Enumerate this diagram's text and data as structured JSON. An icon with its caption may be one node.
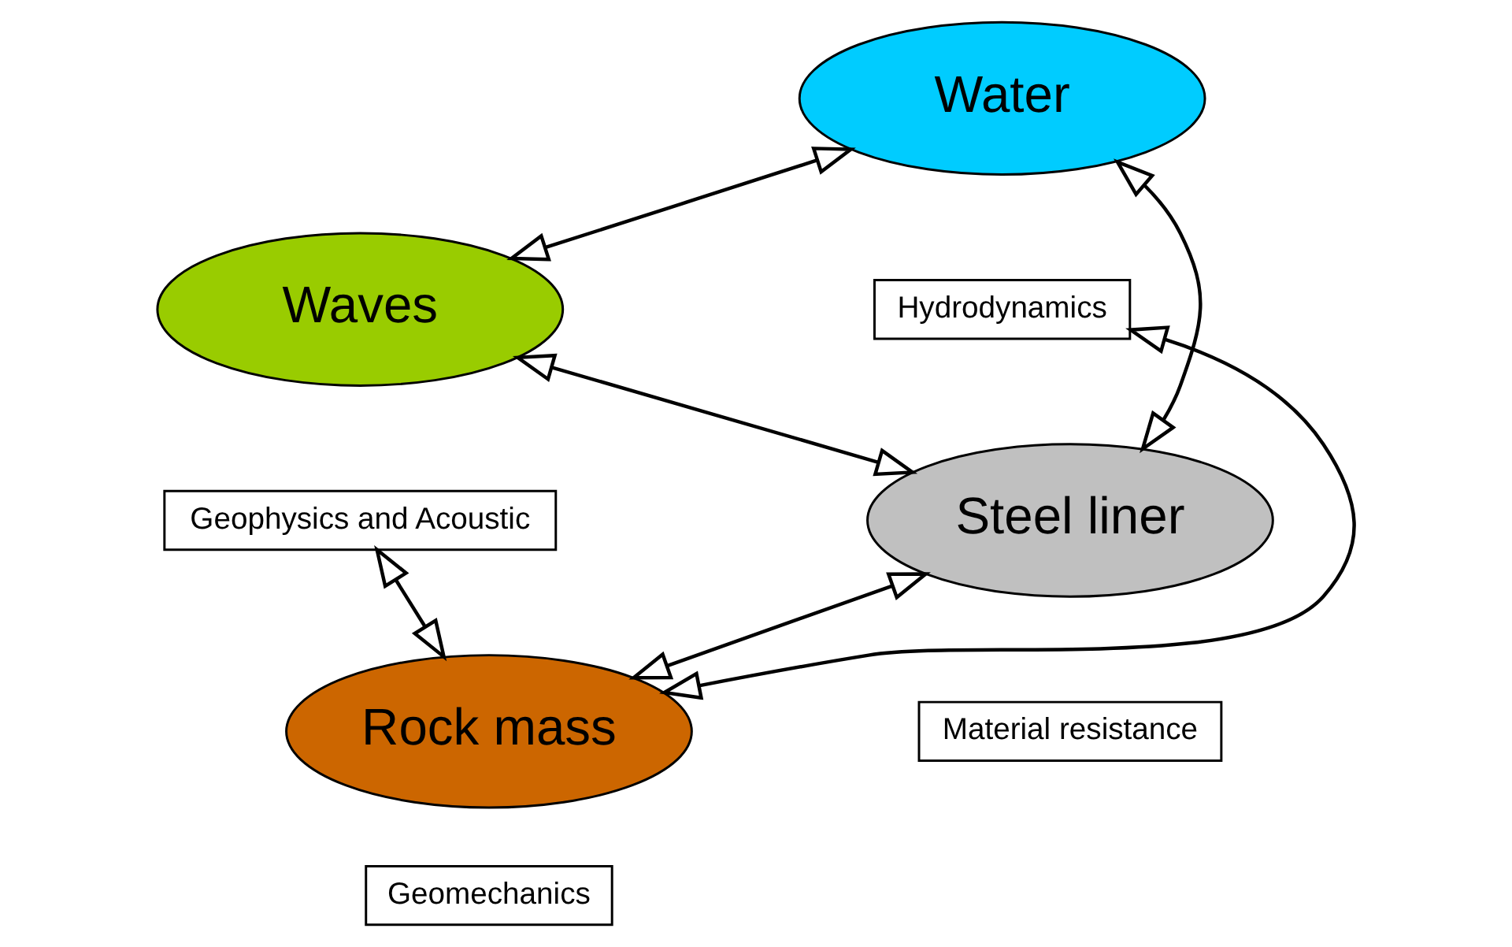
{
  "diagram": {
    "nodes": [
      {
        "text": [
          "Water"
        ]
      },
      {
        "text": [
          "Hydrodynamics"
        ]
      },
      {
        "text": [
          "Waves"
        ]
      },
      {
        "text": [
          "Geophysics and Acoustic"
        ]
      },
      {
        "text": [
          "Steel liner"
        ]
      },
      {
        "text": [
          "Material resistance"
        ]
      },
      {
        "text": [
          "Rock mass"
        ]
      },
      {
        "text": [
          "Geomechanics"
        ]
      }
    ],
    "edges": [
      {
        "from": 0,
        "to": 2,
        "arrow": "both"
      },
      {
        "from": 0,
        "to": 4,
        "arrow": "both"
      },
      {
        "from": 2,
        "to": 4,
        "arrow": "both"
      },
      {
        "from": 1,
        "to": 6,
        "arrow": "both"
      },
      {
        "from": 3,
        "to": 6,
        "arrow": "both"
      },
      {
        "from": 4,
        "to": 6,
        "arrow": "both"
      }
    ]
  }
}
